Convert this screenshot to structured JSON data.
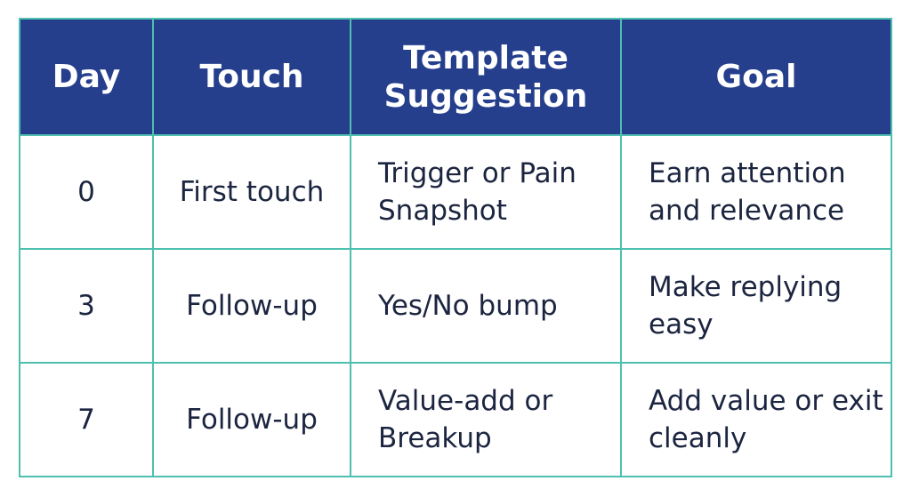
{
  "table": {
    "headers": [
      "Day",
      "Touch",
      "Template Suggestion",
      "Goal"
    ],
    "rows": [
      {
        "day": "0",
        "touch": "First touch",
        "template": "Trigger or Pain Snapshot",
        "goal": "Earn attention and relevance"
      },
      {
        "day": "3",
        "touch": "Follow-up",
        "template": "Yes/No bump",
        "goal": "Make replying easy"
      },
      {
        "day": "7",
        "touch": "Follow-up",
        "template": "Value-add or Breakup",
        "goal": "Add value or exit cleanly"
      }
    ]
  },
  "colors": {
    "header_bg": "#253f8d",
    "header_text": "#ffffff",
    "border": "#4fbfb0",
    "body_text": "#1c2540"
  }
}
